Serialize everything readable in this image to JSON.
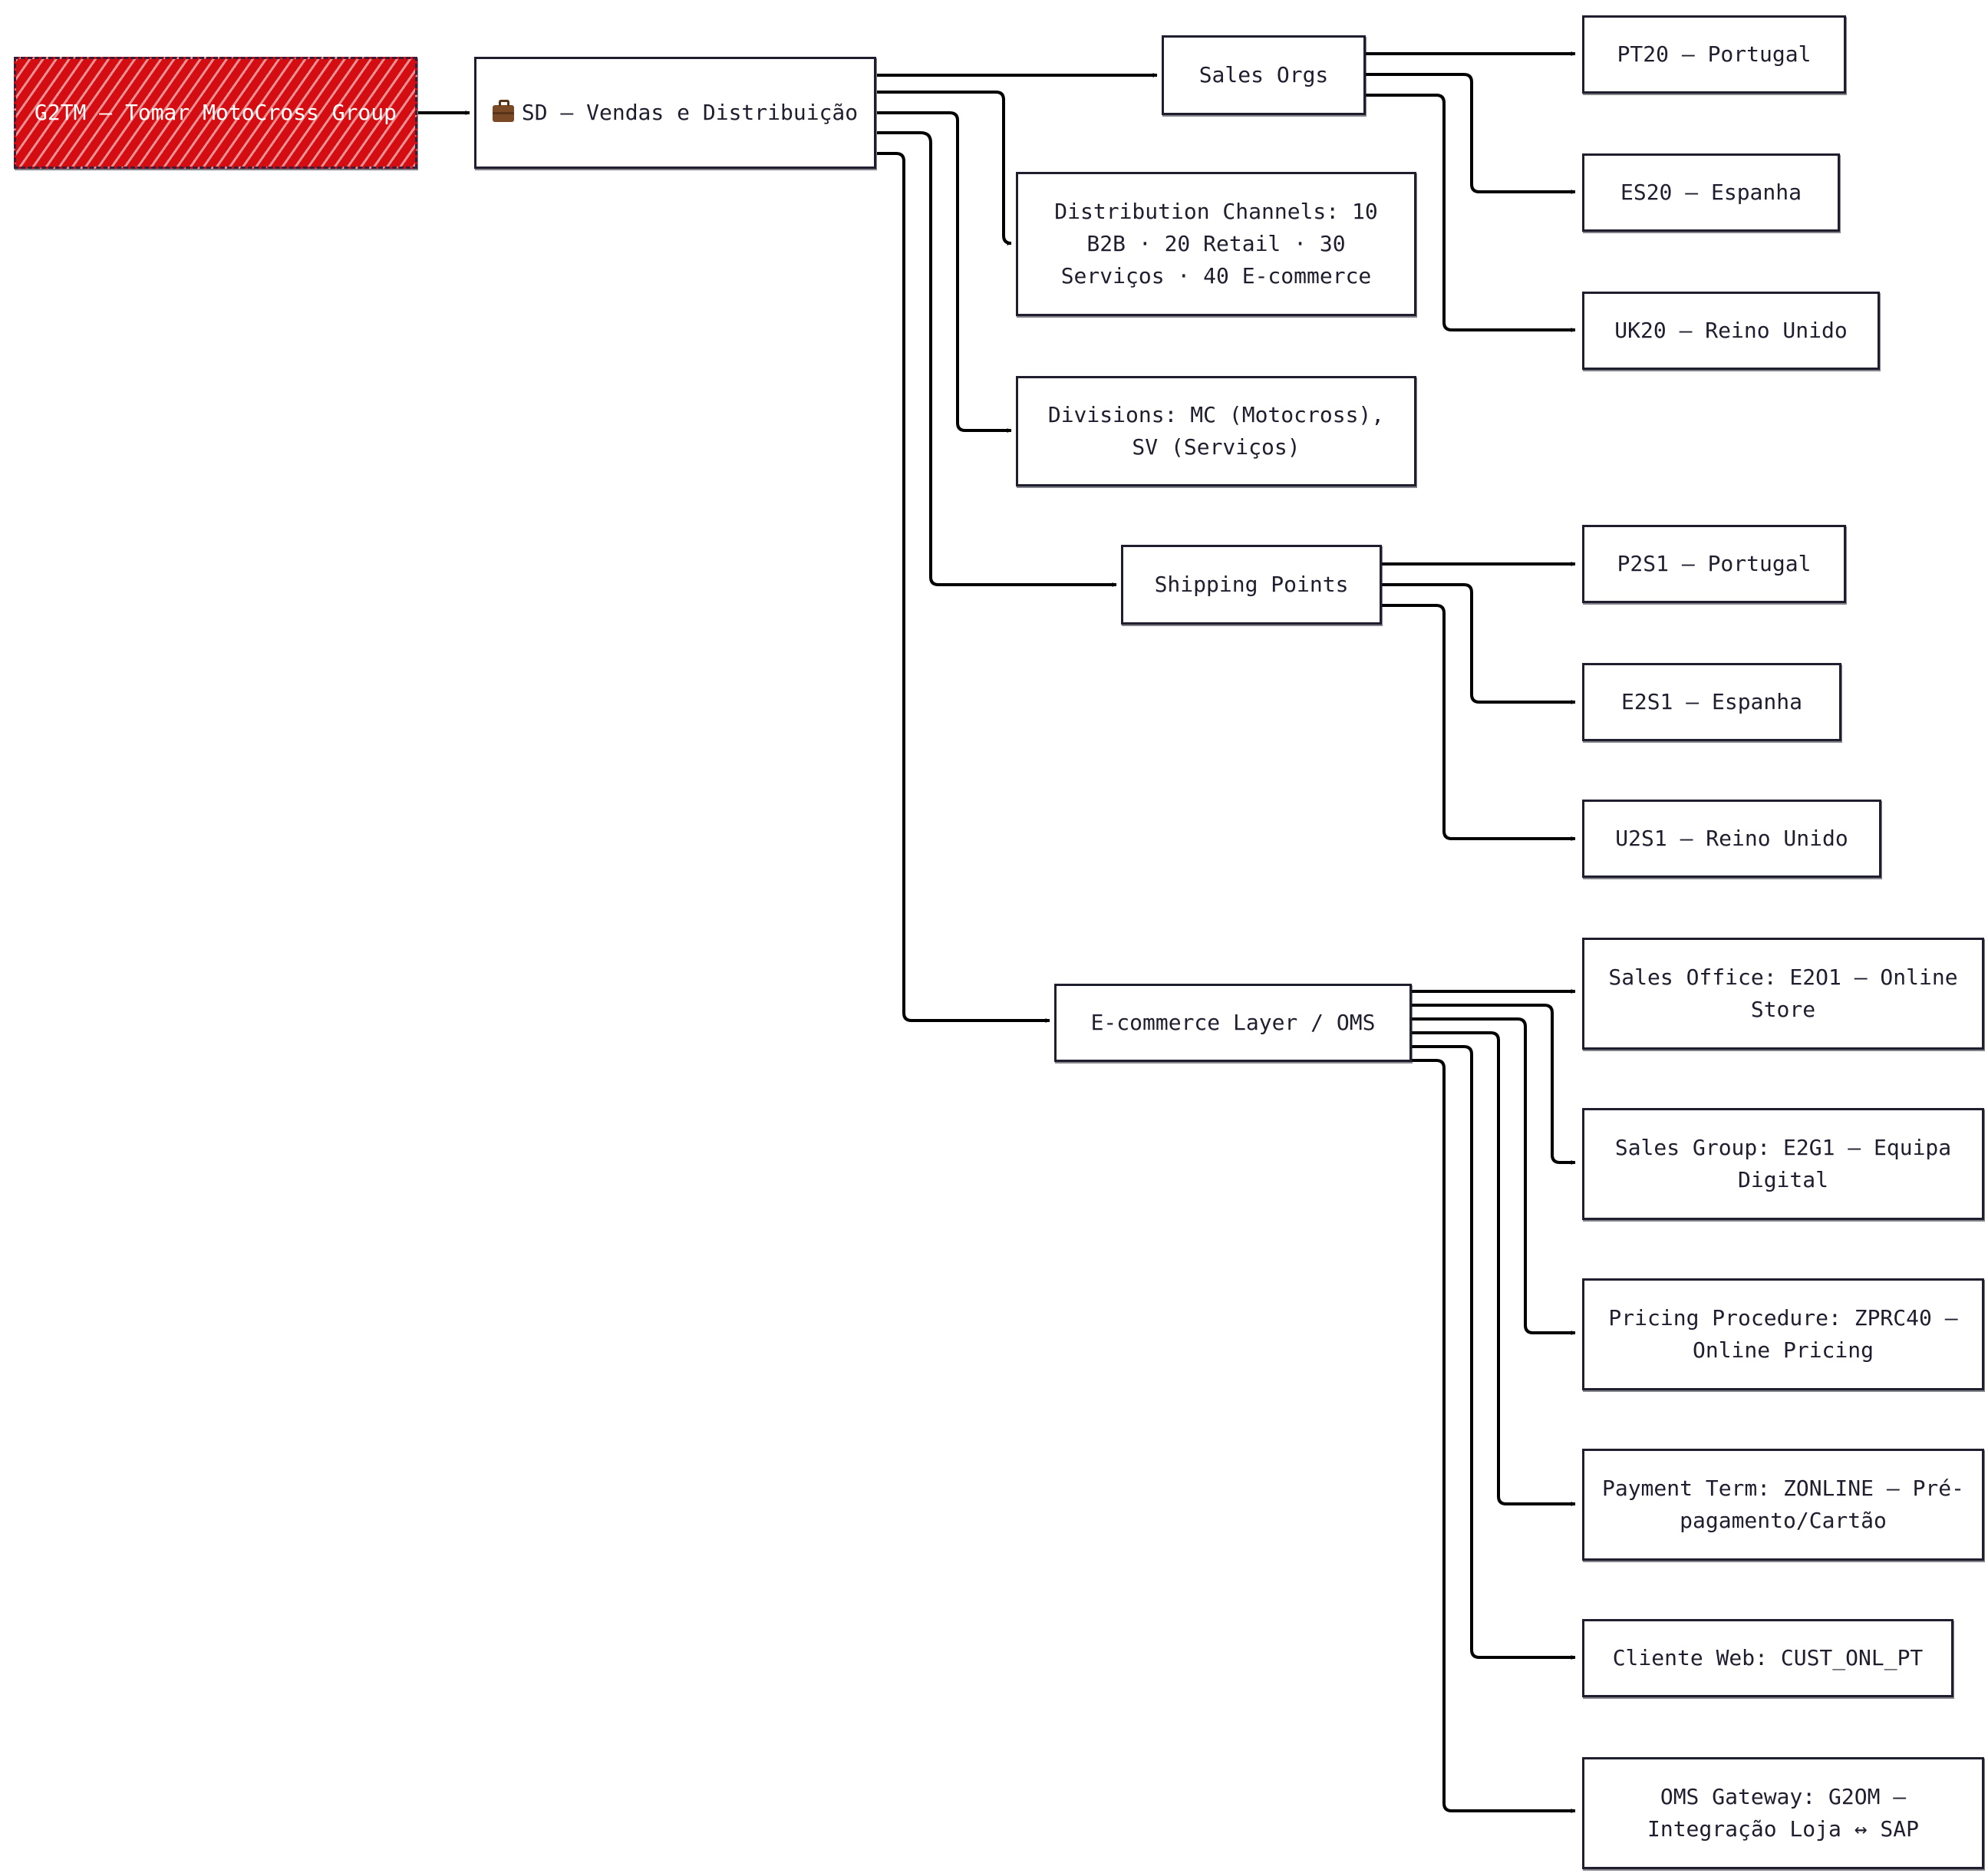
{
  "diagram": {
    "root": {
      "label": "G2TM – Tomar MotoCross Group"
    },
    "module": {
      "icon": "briefcase-icon",
      "label": "SD – Vendas e Distribuição"
    },
    "sales_orgs": {
      "label": "Sales Orgs",
      "items": [
        "PT20 – Portugal",
        "ES20 – Espanha",
        "UK20 – Reino Unido"
      ]
    },
    "distribution_channels": {
      "label": "Distribution Channels: 10 B2B · 20 Retail · 30 Serviços · 40 E-commerce"
    },
    "divisions": {
      "label": "Divisions: MC (Motocross), SV (Serviços)"
    },
    "shipping_points": {
      "label": "Shipping Points",
      "items": [
        "P2S1 – Portugal",
        "E2S1 – Espanha",
        "U2S1 – Reino Unido"
      ]
    },
    "ecommerce": {
      "label": "E-commerce Layer / OMS",
      "items": [
        "Sales Office: E2O1 – Online Store",
        "Sales Group: E2G1 – Equipa Digital",
        "Pricing Procedure: ZPRC40 – Online Pricing",
        "Payment Term: ZONLINE – Pré-pagamento/Cartão",
        "Cliente Web: CUST_ONL_PT",
        "OMS Gateway: G2OM – Integração Loja ↔ SAP"
      ]
    }
  },
  "colors": {
    "root_fill": "#d40d12",
    "stroke": "#1e1e2e",
    "edge": "#000000"
  }
}
